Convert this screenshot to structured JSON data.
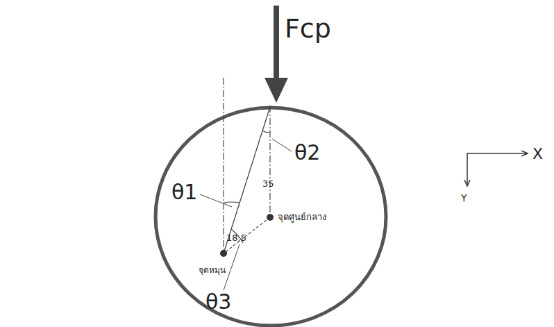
{
  "diagram": {
    "labels": [
      "Fcp",
      "θ2",
      "35",
      "θ1",
      "จุดศูนย์กลาง",
      "18.5",
      "จุดหมุน",
      "θ3",
      "X",
      "Y"
    ]
  }
}
